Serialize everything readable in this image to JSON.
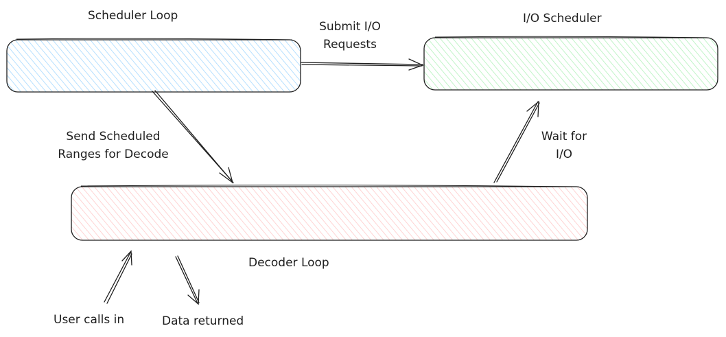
{
  "nodes": {
    "scheduler_loop": {
      "label": "Scheduler Loop",
      "fill": "#a5d8ff"
    },
    "io_scheduler": {
      "label": "I/O Scheduler",
      "fill": "#b2f2bb"
    },
    "decoder_loop": {
      "label": "Decoder Loop",
      "fill": "#ffc9c9"
    }
  },
  "edges": {
    "submit_io": {
      "label_line1": "Submit I/O",
      "label_line2": "Requests"
    },
    "send_ranges": {
      "label_line1": "Send Scheduled",
      "label_line2": "Ranges for Decode"
    },
    "wait_io": {
      "label_line1": "Wait for",
      "label_line2": "I/O"
    },
    "user_calls": {
      "label": "User calls in"
    },
    "data_returned": {
      "label": "Data returned"
    }
  },
  "stroke_color": "#1e1e1e"
}
